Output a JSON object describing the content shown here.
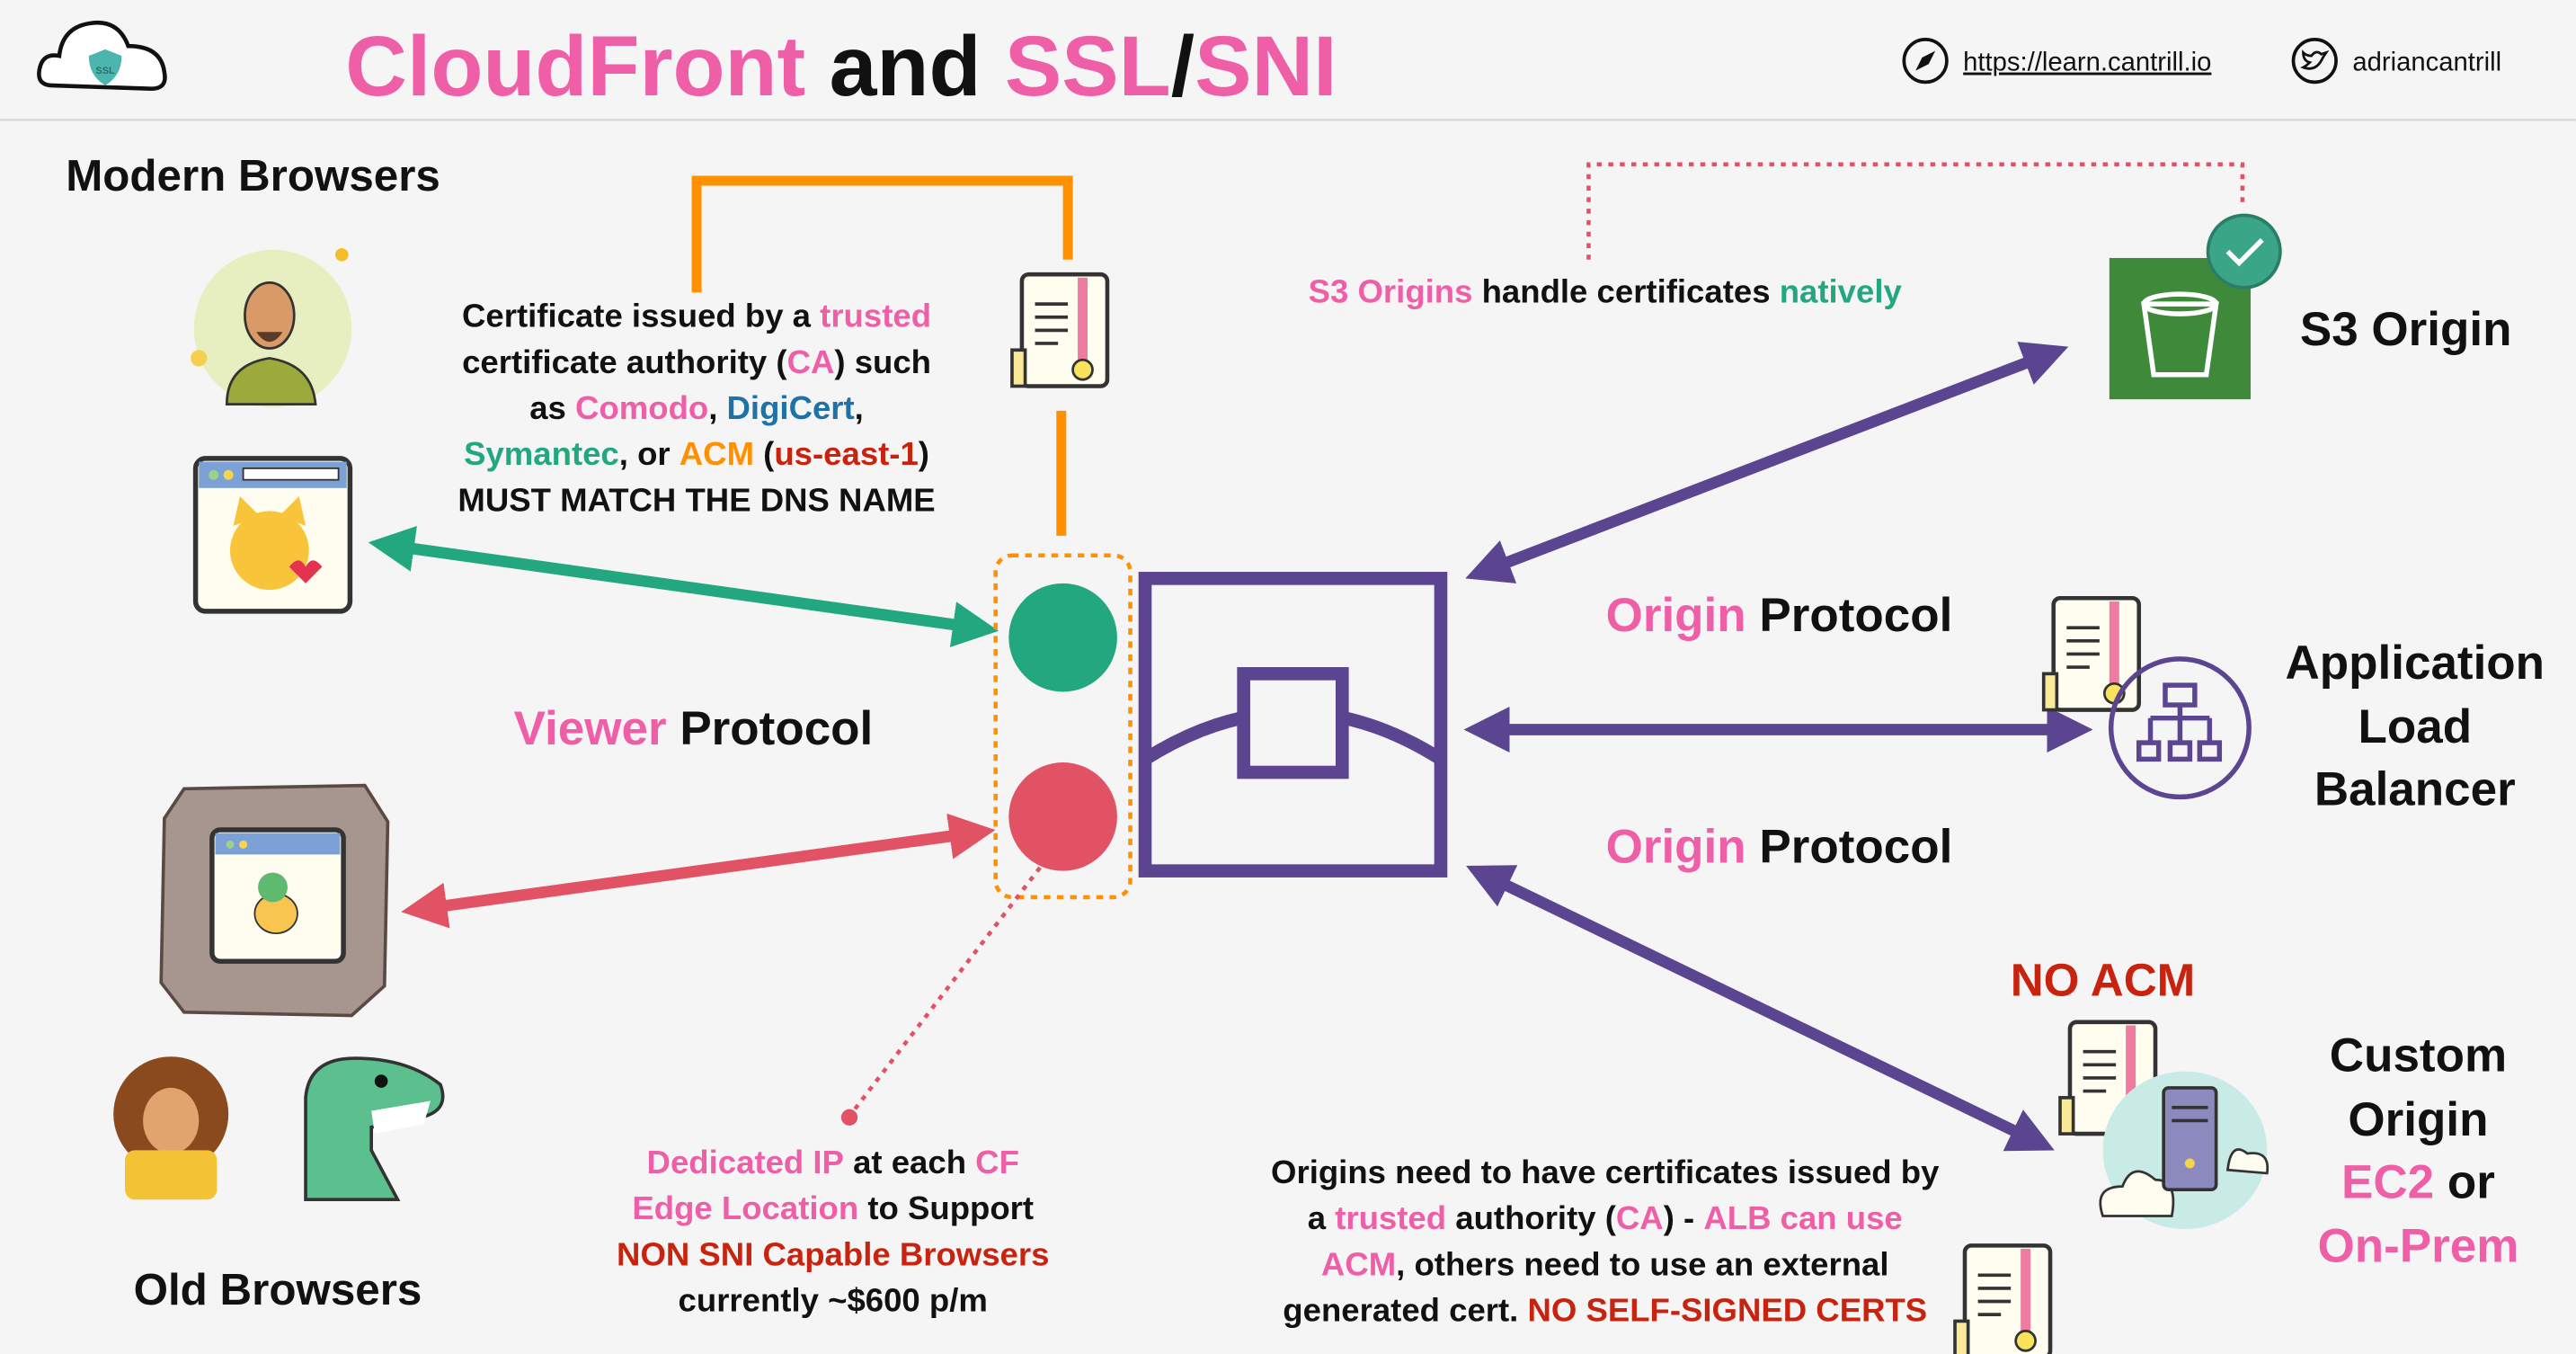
{
  "colors": {
    "pink": "#ee5fa7",
    "green": "#22a77f",
    "blue": "#1f72a8",
    "orange": "#ff9000",
    "red": "#c8230f",
    "purple": "#5c4590",
    "viewer_red": "#e25265",
    "s3_green": "#3f8a3a"
  },
  "header": {
    "title_part1": "CloudFront",
    "title_part2": " and ",
    "title_part3": "SSL",
    "title_part4": "/",
    "title_part5": "SNI",
    "logo_text": "SSL",
    "website": "https://learn.cantrill.io",
    "twitter": "adriancantrill"
  },
  "left": {
    "modern_browsers": "Modern Browsers",
    "old_browsers": "Old Browsers",
    "viewer_protocol_1": "Viewer",
    "viewer_protocol_2": " Protocol"
  },
  "cert_note": {
    "l1a": "Certificate issued by a ",
    "l1b": "trusted",
    "l2a": "certificate authority (",
    "l2b": "CA",
    "l2c": ") such",
    "l3a": "as ",
    "l3b": "Comodo",
    "l3c": ", ",
    "l3d": "DigiCert",
    "l3e": ",",
    "l4a": "Symantec",
    "l4b": ", or ",
    "l4c": "ACM",
    "l4d": " (",
    "l4e": "us-east-1",
    "l4f": ")",
    "l5": "MUST MATCH THE DNS NAME"
  },
  "dedicated_note": {
    "l1a": "Dedicated IP",
    "l1b": " at each ",
    "l1c": "CF",
    "l2a": "Edge Location",
    "l2b": " to Support",
    "l3": "NON SNI Capable Browsers",
    "l4": "currently ~$600 p/m"
  },
  "s3_note": {
    "a": "S3 Origins",
    "b": " handle certificates ",
    "c": "natively"
  },
  "origin_protocol": {
    "a": "Origin",
    "b": " Protocol"
  },
  "right": {
    "s3_origin": "S3 Origin",
    "alb_1": "Application",
    "alb_2": "Load",
    "alb_3": "Balancer",
    "no_acm": "NO ACM",
    "custom_1": "Custom",
    "custom_2": "Origin",
    "custom_3a": "EC2",
    "custom_3b": " or",
    "custom_4": "On-Prem"
  },
  "origin_note": {
    "l1": "Origins need to have certificates issued by",
    "l2a": "a ",
    "l2b": "trusted",
    "l2c": " authority (",
    "l2d": "CA",
    "l2e": ") - ",
    "l2f": "ALB can use",
    "l3a": "ACM",
    "l3b": ", others need to use an external",
    "l4a": "generated cert. ",
    "l4b": "NO SELF-SIGNED CERTS"
  }
}
